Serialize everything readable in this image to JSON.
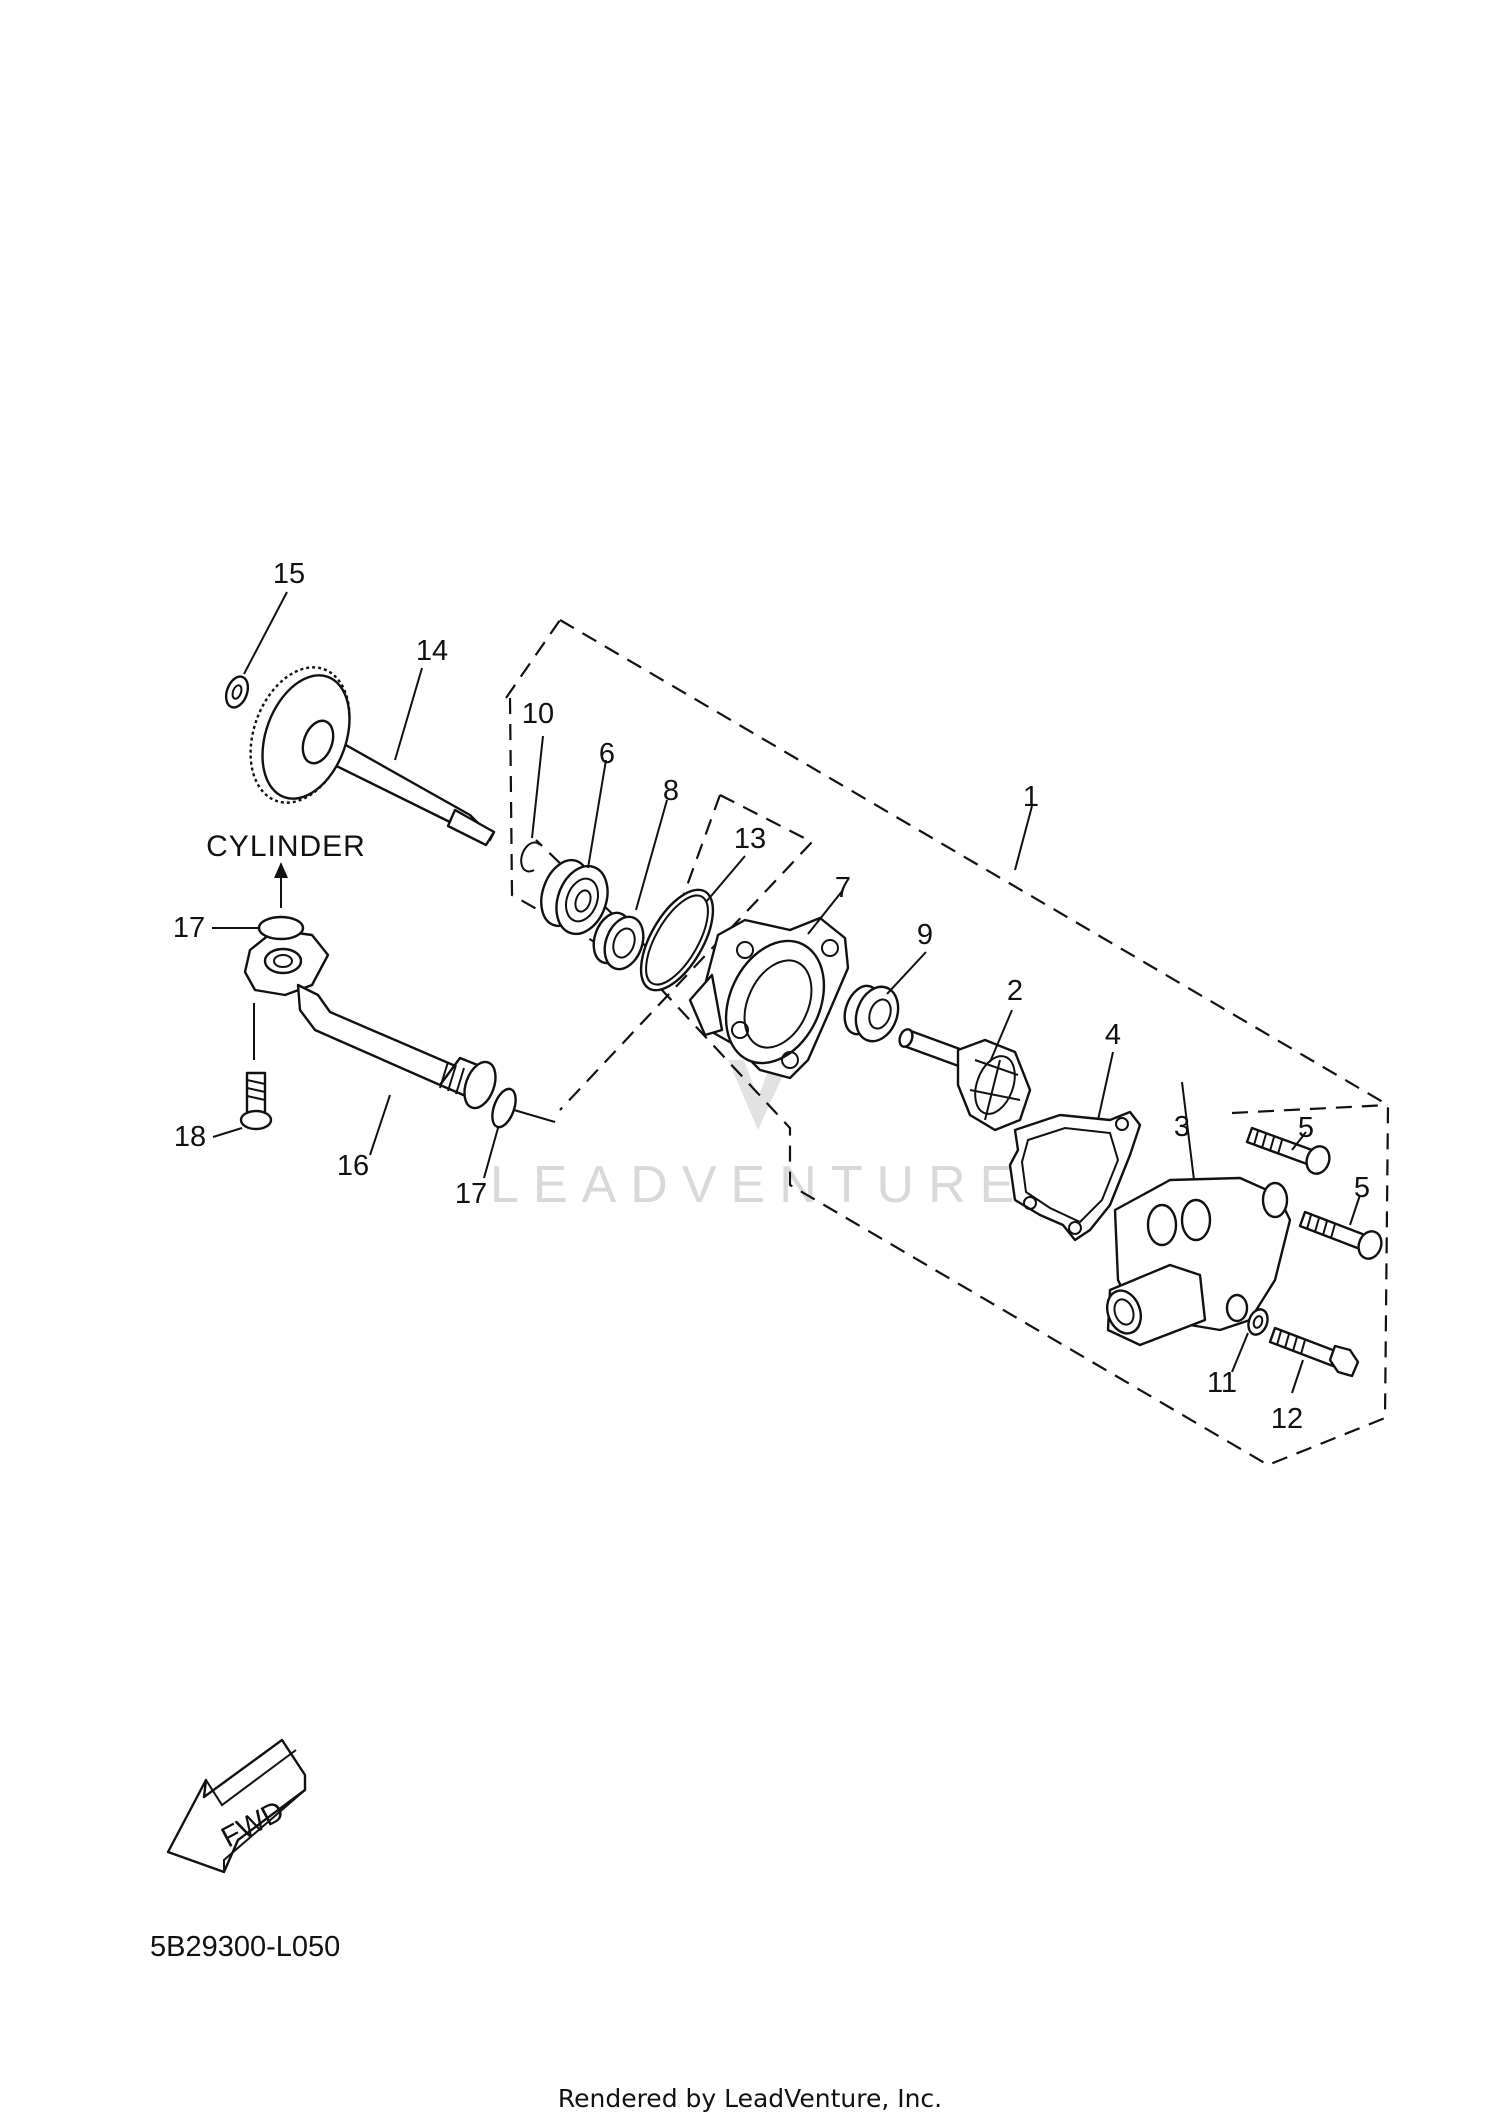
{
  "diagram": {
    "callouts": {
      "c1": "1",
      "c2": "2",
      "c3": "3",
      "c4": "4",
      "c5a": "5",
      "c5b": "5",
      "c6": "6",
      "c7": "7",
      "c8": "8",
      "c9": "9",
      "c10": "10",
      "c11": "11",
      "c12": "12",
      "c13": "13",
      "c14": "14",
      "c15": "15",
      "c16": "16",
      "c17a": "17",
      "c17b": "17",
      "c18": "18"
    },
    "cylinder_label": "CYLINDER",
    "fwd_label": "FWD",
    "diagram_code": "5B29300-L050",
    "watermark": "LEADVENTURE",
    "footer": "Rendered by LeadVenture, Inc."
  }
}
